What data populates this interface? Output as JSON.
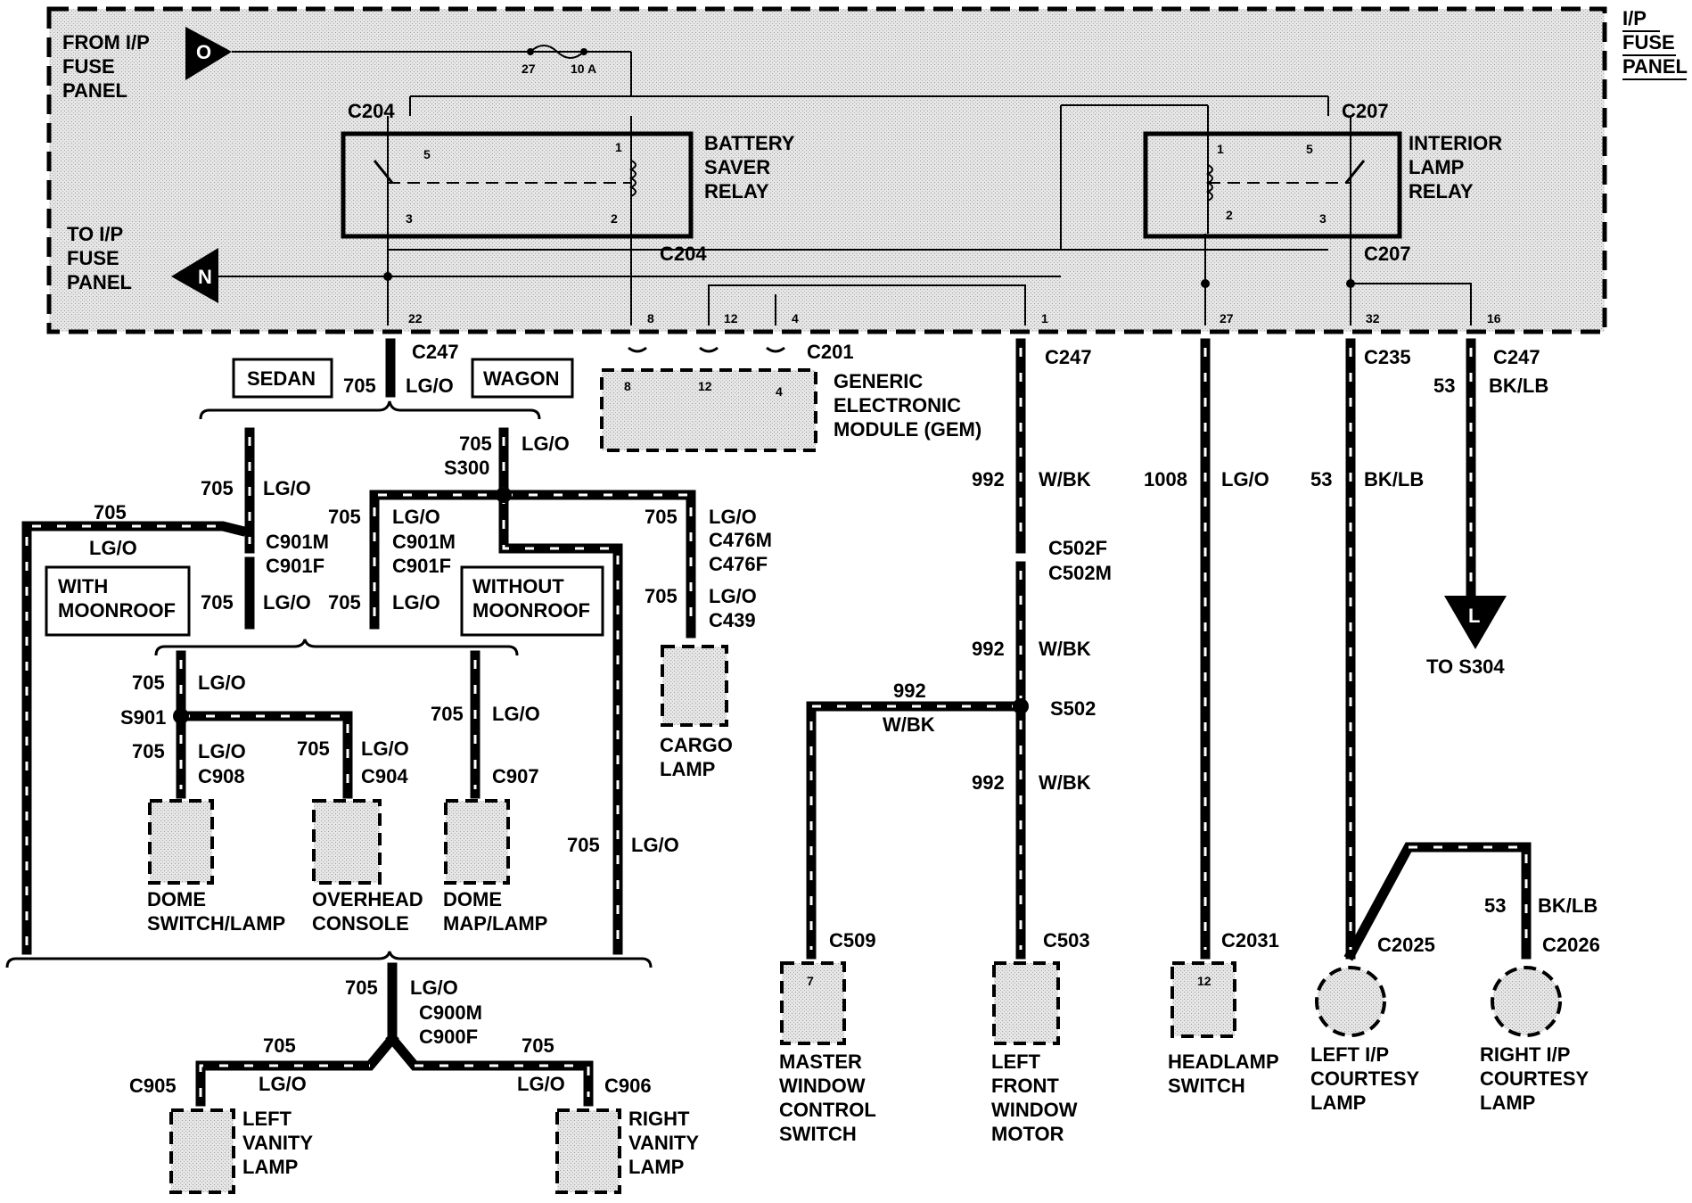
{
  "fuse_panel": {
    "title_lines": [
      "I/P",
      "FUSE",
      "PANEL"
    ],
    "from_lines": [
      "FROM I/P",
      "FUSE",
      "PANEL"
    ],
    "to_lines": [
      "TO I/P",
      "FUSE",
      "PANEL"
    ],
    "from_marker": "O",
    "to_marker": "N",
    "fuse_number": "27",
    "fuse_rating": "10 A"
  },
  "relays": {
    "battery_saver": {
      "name_lines": [
        "BATTERY",
        "SAVER",
        "RELAY"
      ],
      "top_connector": "C204",
      "bottom_connector": "C204",
      "pins": [
        "5",
        "1",
        "3",
        "2"
      ]
    },
    "interior_lamp": {
      "name_lines": [
        "INTERIOR",
        "LAMP",
        "RELAY"
      ],
      "top_connector": "C207",
      "bottom_connector": "C207",
      "pins": [
        "1",
        "5",
        "2",
        "3"
      ]
    }
  },
  "pins": {
    "p22": "22",
    "p8": "8",
    "p12": "12",
    "p4": "4",
    "p1": "1",
    "p27": "27",
    "p32": "32",
    "p16": "16"
  },
  "connectors": {
    "c247a": "C247",
    "c201": "C201",
    "c247b": "C247",
    "c235": "C235",
    "c247c": "C247",
    "c901m_a": "C901M",
    "c901f_a": "C901F",
    "c901m_b": "C901M",
    "c901f_b": "C901F",
    "c476m": "C476M",
    "c476f": "C476F",
    "c439": "C439",
    "c908": "C908",
    "c904": "C904",
    "c907": "C907",
    "c900m": "C900M",
    "c900f": "C900F",
    "c905": "C905",
    "c906": "C906",
    "c502f": "C502F",
    "c502m": "C502M",
    "c509": "C509",
    "c503": "C503",
    "c2031": "C2031",
    "c2025": "C2025",
    "c2026": "C2026"
  },
  "splices": {
    "s300": "S300",
    "s901": "S901",
    "s502": "S502"
  },
  "variants": {
    "sedan": "SEDAN",
    "wagon": "WAGON",
    "with_moonroof_lines": [
      "WITH",
      "MOONROOF"
    ],
    "without_moonroof_lines": [
      "WITHOUT",
      "MOONROOF"
    ]
  },
  "wires": {
    "circuit_705": "705",
    "color_lgo": "LG/O",
    "circuit_992": "992",
    "color_wbk": "W/BK",
    "circuit_1008": "1008",
    "circuit_53": "53",
    "color_bklb": "BK/LB"
  },
  "gem": {
    "name_lines": [
      "GENERIC",
      "ELECTRONIC",
      "MODULE (GEM)"
    ],
    "pins": [
      "8",
      "12",
      "4"
    ]
  },
  "components": {
    "cargo_lamp": [
      "CARGO",
      "LAMP"
    ],
    "dome_switch": [
      "DOME",
      "SWITCH/LAMP"
    ],
    "overhead_console": [
      "OVERHEAD",
      "CONSOLE"
    ],
    "dome_map": [
      "DOME",
      "MAP/LAMP"
    ],
    "left_vanity": [
      "LEFT",
      "VANITY",
      "LAMP"
    ],
    "right_vanity": [
      "RIGHT",
      "VANITY",
      "LAMP"
    ],
    "master_window": [
      "MASTER",
      "WINDOW",
      "CONTROL",
      "SWITCH"
    ],
    "left_front_window": [
      "LEFT",
      "FRONT",
      "WINDOW",
      "MOTOR"
    ],
    "headlamp_switch": [
      "HEADLAMP",
      "SWITCH"
    ],
    "left_courtesy": [
      "LEFT I/P",
      "COURTESY",
      "LAMP"
    ],
    "right_courtesy": [
      "RIGHT I/P",
      "COURTESY",
      "LAMP"
    ]
  },
  "component_pins": {
    "master": "7",
    "headlamp": "12"
  },
  "ground": {
    "marker": "L",
    "label": "TO S304"
  }
}
